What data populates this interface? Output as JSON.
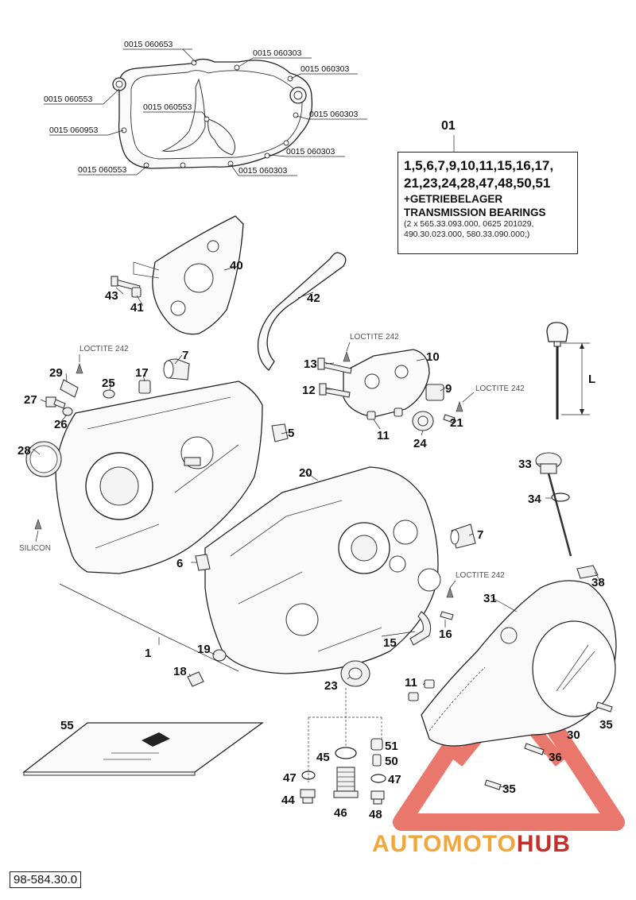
{
  "gasket_part_numbers": [
    "0015 060653",
    "0015 060303",
    "0015 060303",
    "0015 060553",
    "0015 060553",
    "0015 060303",
    "0015 060953",
    "0015 060303",
    "0015 060553",
    "0015 060303"
  ],
  "kit": {
    "number": "01",
    "line1": "1,5,6,7,9,10,11,15,16,17,",
    "line2": "21,23,24,28,47,48,50,51",
    "line3": "+GETRIEBELAGER",
    "line4": "TRANSMISSION BEARINGS",
    "line5": "(2 x 565.33.093.000, 0625 201029,",
    "line6": "490.30.023.000, 580.33.090.000;)"
  },
  "notes": {
    "loctite": "LOCTITE 242",
    "silicon": "SILICON",
    "dimension": "L"
  },
  "part_labels": [
    "1",
    "5",
    "6",
    "7",
    "7",
    "9",
    "10",
    "11",
    "11",
    "12",
    "13",
    "15",
    "16",
    "17",
    "18",
    "19",
    "20",
    "21",
    "23",
    "24",
    "25",
    "26",
    "27",
    "28",
    "29",
    "30",
    "31",
    "33",
    "34",
    "35",
    "35",
    "36",
    "38",
    "40",
    "41",
    "42",
    "43",
    "44",
    "45",
    "46",
    "47",
    "47",
    "48",
    "50",
    "51",
    "55"
  ],
  "diagram_code": "98-584.30.0",
  "watermark": {
    "part1": "AUTOMOTO",
    "part2": "HUB"
  },
  "colors": {
    "line": "#222222",
    "watermark_orange": "#f0a63a",
    "watermark_red": "#c42f2a"
  }
}
